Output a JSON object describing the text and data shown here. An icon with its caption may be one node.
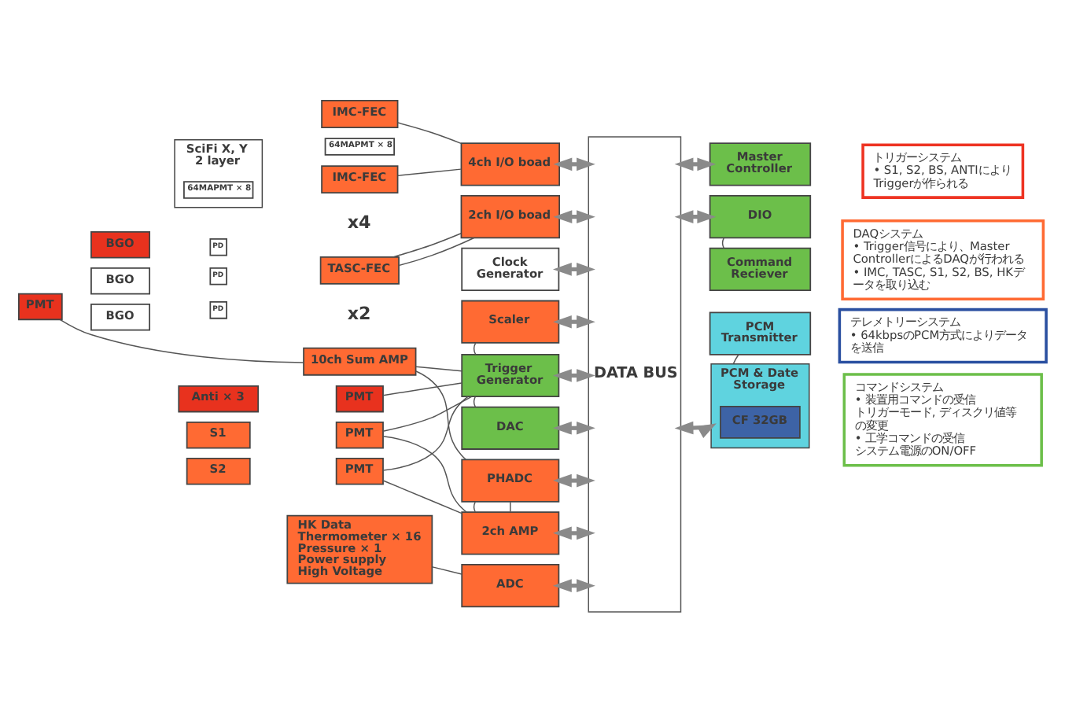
{
  "diagram": {
    "nodes": [
      {
        "text": [
          "IMC-FEC"
        ]
      },
      {
        "text": [
          "64MAPMT × 8"
        ]
      },
      {
        "text": [
          "SciFi X, Y 2 layer"
        ]
      },
      {
        "text": [
          "64MAPMT × 8"
        ],
        "in": 2
      },
      {
        "text": [
          "IMC-FEC"
        ]
      },
      {
        "text": [
          "PMT"
        ]
      },
      {
        "text": [
          "BGO"
        ]
      },
      {
        "text": [
          "PD"
        ]
      },
      {
        "text": [
          "BGO"
        ]
      },
      {
        "text": [
          "PD"
        ]
      },
      {
        "text": [
          "BGO"
        ]
      },
      {
        "text": [
          "PD"
        ]
      },
      {
        "text": [
          "TASC-FEC"
        ]
      },
      {
        "text": [
          "10ch Sum AMP"
        ]
      },
      {
        "text": [
          "Anti × 3"
        ]
      },
      {
        "text": [
          "PMT"
        ]
      },
      {
        "text": [
          "S1"
        ]
      },
      {
        "text": [
          "PMT"
        ]
      },
      {
        "text": [
          "S2"
        ]
      },
      {
        "text": [
          "PMT"
        ]
      },
      {
        "text": [
          "HK Data",
          "Thermometer × 16",
          "Pressure × 1",
          "Power supply",
          "High Voltage"
        ]
      },
      {
        "text": [
          "4ch I/O boad"
        ]
      },
      {
        "text": [
          "2ch I/O boad"
        ]
      },
      {
        "text": [
          "Clock Generator"
        ]
      },
      {
        "text": [
          "Scaler"
        ]
      },
      {
        "text": [
          "Trigger Generator"
        ]
      },
      {
        "text": [
          "DAC"
        ]
      },
      {
        "text": [
          "PHADC"
        ]
      },
      {
        "text": [
          "2ch AMP"
        ]
      },
      {
        "text": [
          "ADC"
        ]
      },
      {
        "text": [
          "DATA BUS"
        ]
      },
      {
        "text": [
          "Master Controller"
        ]
      },
      {
        "text": [
          "DIO"
        ]
      },
      {
        "text": [
          "Command Reciever"
        ]
      },
      {
        "text": [
          "PCM Transmitter"
        ]
      },
      {
        "text": [
          "PCM & Date Storage"
        ]
      },
      {
        "text": [
          "CF 32GB"
        ],
        "in": 35
      },
      {
        "text": [
          "トリガーシステム",
          "• S1, S2, BS, ANTIによりTriggerが作られる"
        ]
      },
      {
        "text": [
          "DAQシステム",
          "• Trigger信号により、Master ControllerによるDAQが行われる",
          "• IMC, TASC, S1, S2, BS, HKデータを取り込む"
        ]
      },
      {
        "text": [
          "テレメトリーシステム",
          "• 64kbpsのPCM方式によりデータを送信"
        ]
      },
      {
        "text": [
          "コマンドシステム",
          "• 装置用コマンドの受信",
          "トリガーモード, ディスクリ値等の変更",
          "• 工学コマンドの受信",
          "システム電源のON/OFF"
        ]
      }
    ],
    "edges": [
      {
        "from": 0,
        "to": 21,
        "arrow": "none"
      },
      {
        "from": 4,
        "to": 21,
        "arrow": "none"
      },
      {
        "from": 12,
        "to": 22,
        "arrow": "none"
      },
      {
        "from": 12,
        "to": 22,
        "arrow": "none"
      },
      {
        "from": 5,
        "to": 13,
        "arrow": "none"
      },
      {
        "from": 13,
        "to": 25,
        "arrow": "none"
      },
      {
        "from": 15,
        "to": 25,
        "arrow": "none"
      },
      {
        "from": 17,
        "to": 25,
        "arrow": "none"
      },
      {
        "from": 19,
        "to": 25,
        "arrow": "none"
      },
      {
        "from": 13,
        "to": 27,
        "arrow": "none"
      },
      {
        "from": 17,
        "to": 28,
        "arrow": "none"
      },
      {
        "from": 19,
        "to": 28,
        "arrow": "none"
      },
      {
        "from": 27,
        "to": 28,
        "arrow": "none"
      },
      {
        "from": 27,
        "to": 28,
        "arrow": "none"
      },
      {
        "from": 24,
        "to": 25,
        "arrow": "none"
      },
      {
        "from": 25,
        "to": 26,
        "arrow": "none"
      },
      {
        "from": 20,
        "to": 29,
        "arrow": "none"
      },
      {
        "from": 21,
        "to": 30,
        "arrow": "both",
        "style": "thick"
      },
      {
        "from": 22,
        "to": 30,
        "arrow": "both",
        "style": "thick"
      },
      {
        "from": 23,
        "to": 30,
        "arrow": "both",
        "style": "thick"
      },
      {
        "from": 24,
        "to": 30,
        "arrow": "both",
        "style": "thick"
      },
      {
        "from": 25,
        "to": 30,
        "arrow": "both",
        "style": "thick"
      },
      {
        "from": 26,
        "to": 30,
        "arrow": "both",
        "style": "thick"
      },
      {
        "from": 27,
        "to": 30,
        "arrow": "both",
        "style": "thick"
      },
      {
        "from": 28,
        "to": 30,
        "arrow": "both",
        "style": "thick"
      },
      {
        "from": 29,
        "to": 30,
        "arrow": "both",
        "style": "thick"
      },
      {
        "from": 30,
        "to": 31,
        "arrow": "both",
        "style": "thick"
      },
      {
        "from": 30,
        "to": 32,
        "arrow": "both",
        "style": "thick"
      },
      {
        "from": 30,
        "to": 35,
        "arrow": "both",
        "style": "thick"
      },
      {
        "from": 32,
        "to": 33,
        "arrow": "none"
      },
      {
        "from": 34,
        "to": 35,
        "arrow": "none"
      }
    ],
    "labels": [
      "x4",
      "x2"
    ]
  }
}
